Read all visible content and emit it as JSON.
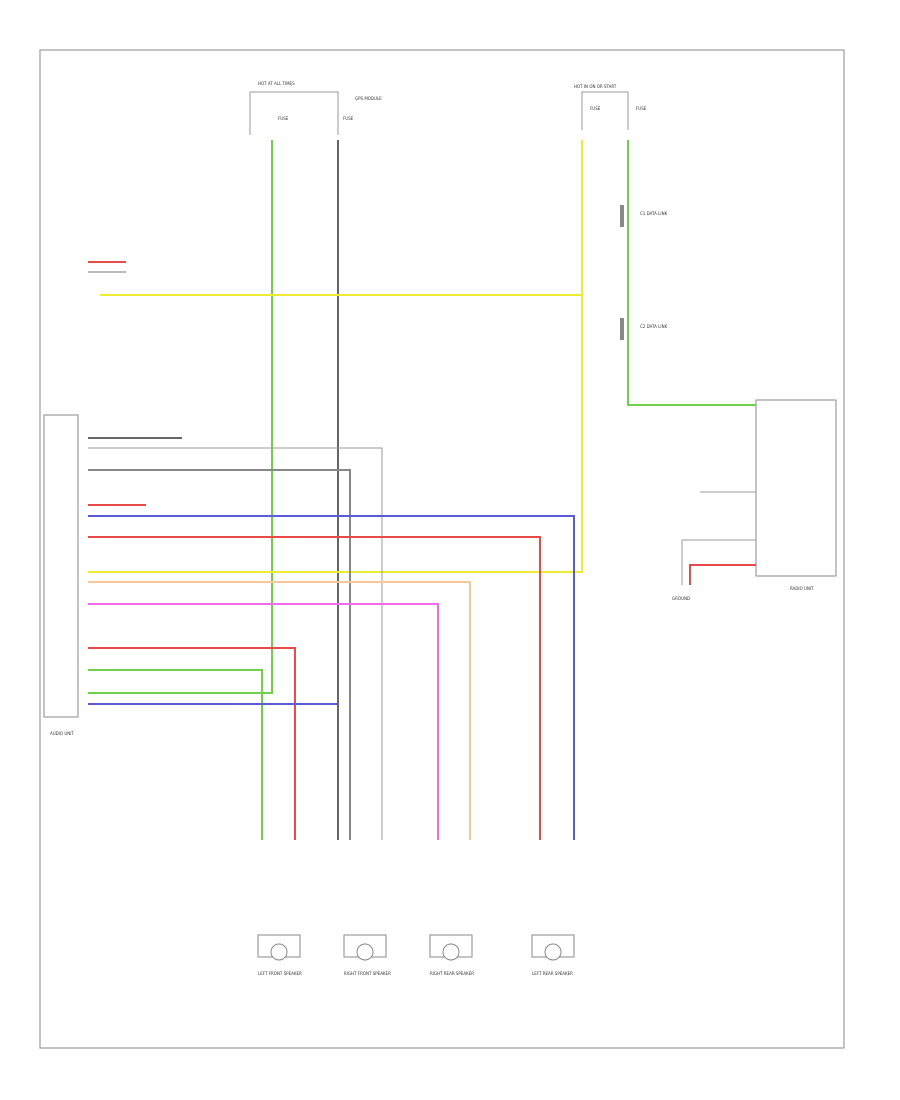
{
  "colors": {
    "green": "#6fd04a",
    "gray": "#666666",
    "lightgray": "#bbbbbb",
    "yellow": "#ecec34",
    "red": "#e84a4a",
    "blue": "#5b5bd6",
    "pink": "#f06af0",
    "orange": "#f5c89a",
    "frame": "#888888"
  },
  "labels": {
    "footer": "",
    "mpsb_fuse": "HOT AT ALL TIMES",
    "fuse_a": "FUSE",
    "fuse_b": "FUSE",
    "gps_module": "GPS MODULE",
    "right_fuse": "HOT IN ON OR START",
    "fuse_c": "FUSE",
    "fuse_d": "FUSE",
    "connector_c1": "C1 DATA LINK",
    "connector_c2": "C2 DATA LINK",
    "audio_unit": "AUDIO UNIT",
    "radio_unit": "RADIO UNIT",
    "ground": "GROUND",
    "speaker_1": "LEFT FRONT SPEAKER",
    "speaker_2": "RIGHT FRONT SPEAKER",
    "speaker_3": "RIGHT REAR SPEAKER",
    "speaker_4": "LEFT REAR SPEAKER"
  }
}
